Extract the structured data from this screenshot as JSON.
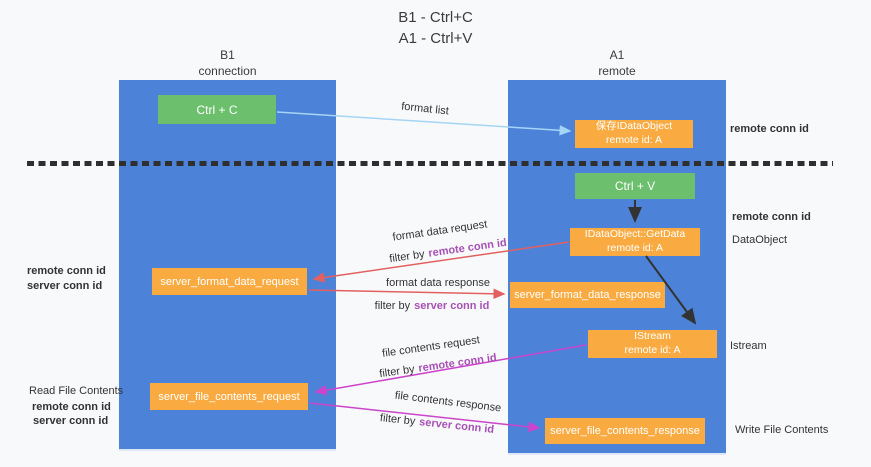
{
  "title": {
    "line1": "B1 - Ctrl+C",
    "line2": "A1 - Ctrl+V"
  },
  "lanes": {
    "left": {
      "name": "B1",
      "role": "connection"
    },
    "right": {
      "name": "A1",
      "role": "remote"
    }
  },
  "nodes": {
    "ctrl_c": {
      "label": "Ctrl + C"
    },
    "ctrl_v": {
      "label": "Ctrl + V"
    },
    "save_dataobject": {
      "line1": "保存IDataObject",
      "line2": "remote id: A"
    },
    "getdata": {
      "line1": "IDataObject::GetData",
      "line2": "remote id: A"
    },
    "istream": {
      "line1": "IStream",
      "line2": "remote id: A"
    },
    "server_format_data_request": {
      "label": "server_format_data_request"
    },
    "server_format_data_response": {
      "label": "server_format_data_response"
    },
    "server_file_contents_request": {
      "label": "server_file_contents_request"
    },
    "server_file_contents_response": {
      "label": "server_file_contents_response"
    }
  },
  "arrow_labels": {
    "format_list": "format list",
    "format_data_request": "format data request",
    "format_data_response": "format data response",
    "file_contents_request": "file contents request",
    "file_contents_response": "file contents response",
    "filter_by": "filter by",
    "remote_conn_id": "remote conn id",
    "server_conn_id": "server conn id"
  },
  "side_labels": {
    "remote_conn_id": "remote conn id",
    "server_conn_id": "server conn id",
    "dataobject": "DataObject",
    "istream": "Istream",
    "read_file_contents": "Read File Contents",
    "write_file_contents": "Write File Contents"
  },
  "colors": {
    "lane-blue": "#4d82d9",
    "box-orange": "#f9ab42",
    "box-green": "#6cbf6c",
    "arrow-blue": "#a5d5f5",
    "arrow-red": "#e2605f",
    "arrow-magenta": "#cc44cc",
    "text-purple": "#a750b5",
    "text-green": "#5cb85c",
    "text-dark": "#333333",
    "bg": "#f8f9fa"
  }
}
